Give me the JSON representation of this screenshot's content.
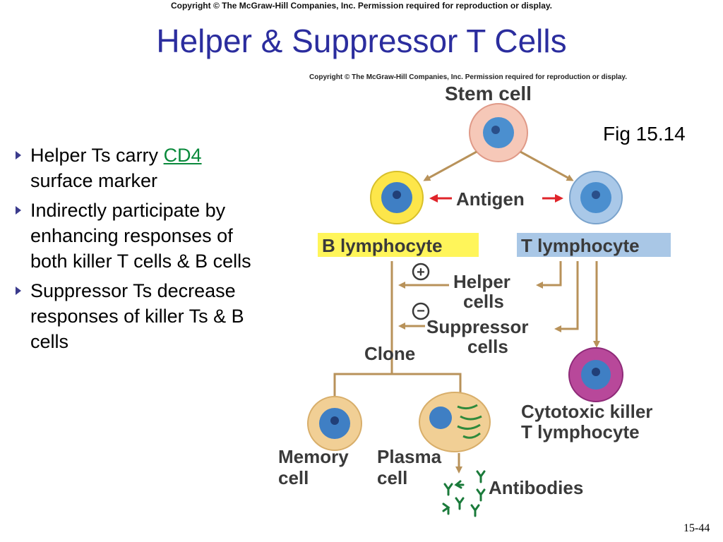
{
  "copyright_notice": "Copyright © The McGraw-Hill Companies, Inc. Permission required for reproduction or display.",
  "title": "Helper & Suppressor T Cells",
  "bullets": [
    {
      "text_before": "Helper Ts carry ",
      "link": "CD4",
      "text_after": "surface marker"
    },
    {
      "text": "Indirectly participate by enhancing responses of both killer T cells & B cells"
    },
    {
      "text": "Suppressor Ts decrease responses of killer Ts & B cells"
    }
  ],
  "figure": {
    "caption": "Fig 15.14",
    "copyright": "Copyright © The McGraw-Hill Companies, Inc. Permission required for reproduction or display.",
    "labels": {
      "stem_cell": "Stem cell",
      "antigen": "Antigen",
      "b_lymphocyte": "B lymphocyte",
      "t_lymphocyte": "T lymphocyte",
      "plus": "+",
      "minus": "−",
      "helper_1": "Helper",
      "helper_2": "cells",
      "suppressor_1": "Suppressor",
      "suppressor_2": "cells",
      "clone": "Clone",
      "cytotoxic_1": "Cytotoxic killer",
      "cytotoxic_2": "T lymphocyte",
      "memory_1": "Memory",
      "memory_2": "cell",
      "plasma_1": "Plasma",
      "plasma_2": "cell",
      "antibodies": "Antibodies"
    }
  },
  "slide_number": "15-44",
  "colors": {
    "title": "#2b2d9e",
    "link": "#0a8a3c",
    "arrow": "#b8925a",
    "antigen_arrow": "#e0242a",
    "b_highlight": "#fff55a",
    "t_highlight": "#a9c7e6"
  }
}
